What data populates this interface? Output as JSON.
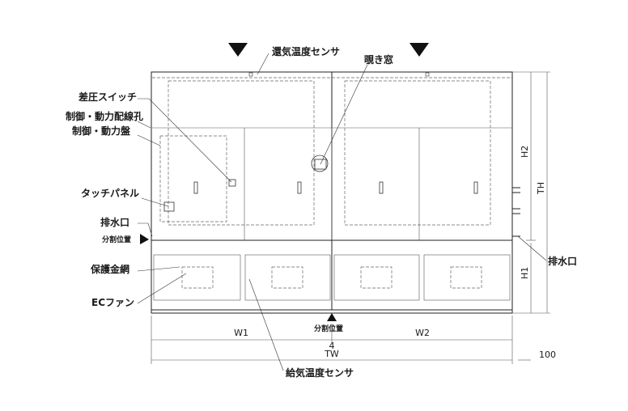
{
  "labels": {
    "exhaust_temp_sensor": "還気温度センサ",
    "view_window": "覗き窓",
    "diff_pressure_switch": "差圧スイッチ",
    "control_wiring_hole": "制御・動力配線孔",
    "control_panel": "制御・動力盤",
    "touch_panel": "タッチパネル",
    "drain_left": "排水口",
    "split_position_left": "分割位置",
    "protective_mesh": "保護金網",
    "ec_fan": "ECファン",
    "drain_right": "排水口",
    "split_position_bottom": "分割位置",
    "supply_temp_sensor": "給気温度センサ"
  },
  "dimensions": {
    "h2": "H2",
    "th": "TH",
    "h1": "H1",
    "w1": "W1",
    "w2": "W2",
    "gap": "4",
    "tw": "TW",
    "offset": "100"
  },
  "colors": {
    "line": "#222222",
    "dashed": "#666666",
    "arrow": "#111111"
  }
}
